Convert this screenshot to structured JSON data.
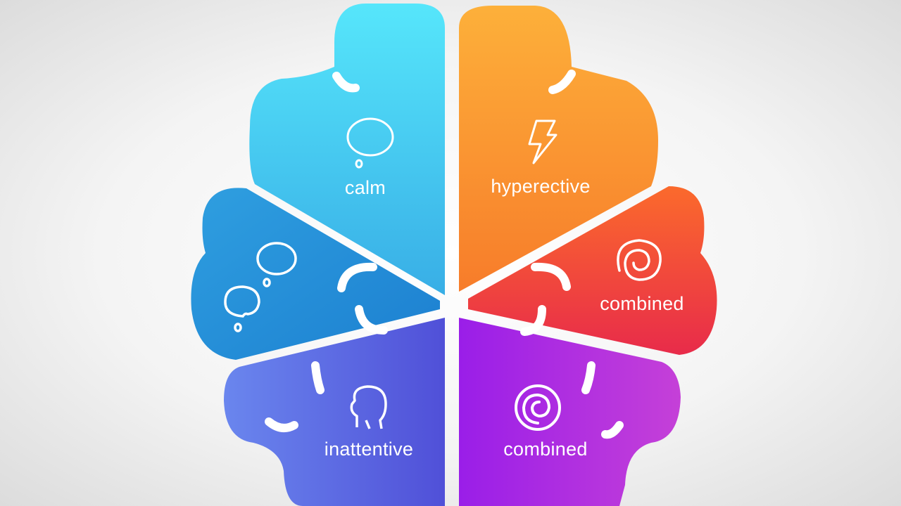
{
  "segments": [
    {
      "id": "calm",
      "label": "calm",
      "icon": "thought-bubble-icon",
      "colors": [
        "#56e6fb",
        "#38aee6"
      ]
    },
    {
      "id": "hyperactive",
      "label": "hyperective",
      "icon": "lightning-icon",
      "colors": [
        "#fdb03a",
        "#f77c2a"
      ]
    },
    {
      "id": "left-middle",
      "label": "",
      "icon": "thought-bubbles-icon",
      "colors": [
        "#2f9fe0",
        "#1c7fd0"
      ]
    },
    {
      "id": "combined-right",
      "label": "combined",
      "icon": "spiral-icon",
      "colors": [
        "#fb6a2c",
        "#e82b4a"
      ]
    },
    {
      "id": "inattentive",
      "label": "inattentive",
      "icon": "head-profile-icon",
      "colors": [
        "#6a86ee",
        "#5050d8"
      ]
    },
    {
      "id": "combined-bottom",
      "label": "combined",
      "icon": "spiral-icon",
      "colors": [
        "#9a1ee8",
        "#c540d8"
      ]
    }
  ]
}
